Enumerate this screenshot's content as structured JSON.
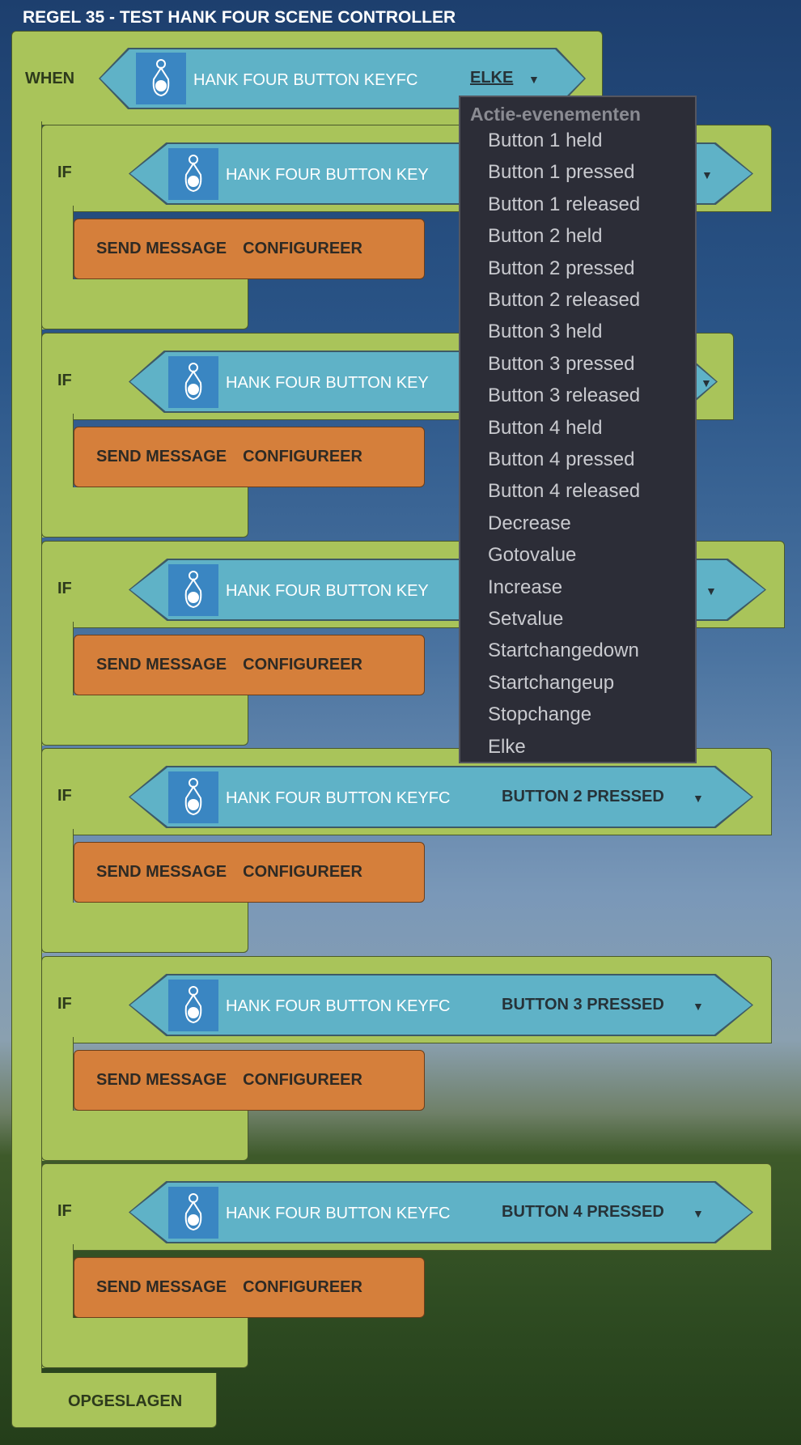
{
  "title": "REGEL 35 - TEST HANK FOUR SCENE CONTROLLER",
  "when": {
    "label": "WHEN",
    "device": "HANK FOUR BUTTON KEYFC",
    "value": "ELKE"
  },
  "if_blocks": [
    {
      "label": "IF",
      "device": "HANK FOUR BUTTON KEY",
      "value": null,
      "action": "SEND MESSAGE",
      "action_value": "CONFIGUREER"
    },
    {
      "label": "IF",
      "device": "HANK FOUR BUTTON KEY",
      "value": null,
      "action": "SEND MESSAGE",
      "action_value": "CONFIGUREER"
    },
    {
      "label": "IF",
      "device": "HANK FOUR BUTTON KEY",
      "value": null,
      "action": "SEND MESSAGE",
      "action_value": "CONFIGUREER"
    },
    {
      "label": "IF",
      "device": "HANK FOUR BUTTON KEYFC",
      "value": "BUTTON 2 PRESSED",
      "action": "SEND MESSAGE",
      "action_value": "CONFIGUREER"
    },
    {
      "label": "IF",
      "device": "HANK FOUR BUTTON KEYFC",
      "value": "BUTTON 3 PRESSED",
      "action": "SEND MESSAGE",
      "action_value": "CONFIGUREER"
    },
    {
      "label": "IF",
      "device": "HANK FOUR BUTTON KEYFC",
      "value": "BUTTON 4 PRESSED",
      "action": "SEND MESSAGE",
      "action_value": "CONFIGUREER"
    }
  ],
  "footer": "OPGESLAGEN",
  "dropdown": {
    "header": "Actie-evenementen",
    "items": [
      "Button 1 held",
      "Button 1 pressed",
      "Button 1 released",
      "Button 2 held",
      "Button 2 pressed",
      "Button 2 released",
      "Button 3 held",
      "Button 3 pressed",
      "Button 3 released",
      "Button 4 held",
      "Button 4 pressed",
      "Button 4 released",
      "Decrease",
      "Gotovalue",
      "Increase",
      "Setvalue",
      "Startchangedown",
      "Startchangeup",
      "Stopchange",
      "Elke"
    ]
  },
  "colors": {
    "green": "#a9c45a",
    "blue": "#5fb2c7",
    "orange": "#d57f3b",
    "menu": "#2c2d37"
  }
}
